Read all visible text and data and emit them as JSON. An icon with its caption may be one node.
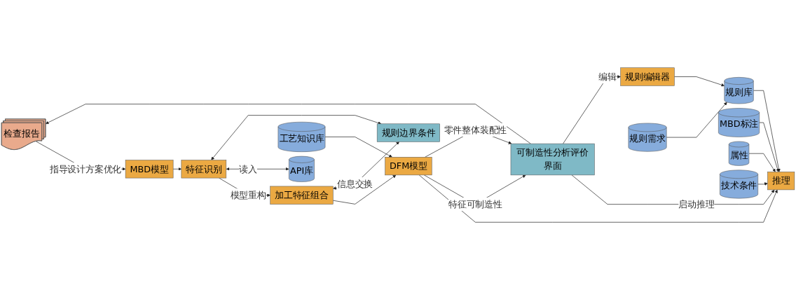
{
  "diagram": {
    "nodes": [
      {
        "text": [
          "检查报告"
        ]
      },
      {
        "text": [
          "可制造性分析评价界面"
        ]
      },
      {
        "text": [
          "MBD模型"
        ]
      },
      {
        "text": [
          "特征识别"
        ]
      },
      {
        "text": [
          "加工特征组合"
        ]
      },
      {
        "text": [
          "DFM模型"
        ]
      },
      {
        "text": [
          "推理"
        ]
      },
      {
        "text": [
          "规则编辑器"
        ]
      },
      {
        "text": [
          "规则库"
        ]
      },
      {
        "text": [
          "API库"
        ]
      },
      {
        "text": [
          "规则边界条件"
        ]
      },
      {
        "text": [
          "工艺知识库"
        ]
      },
      {
        "text": [
          "MBD标注"
        ]
      },
      {
        "text": [
          "属性"
        ]
      },
      {
        "text": [
          "技术条件"
        ]
      },
      {
        "text": [
          "规则需求"
        ]
      }
    ],
    "edges": [
      {
        "from": 1,
        "to": 0,
        "arrow": "to"
      },
      {
        "from": 0,
        "to": 2,
        "arrow": "to",
        "label": "指导设计方案优化"
      },
      {
        "from": 2,
        "to": 3,
        "arrow": "to"
      },
      {
        "from": 3,
        "to": 4,
        "arrow": "to",
        "label": "模型重构"
      },
      {
        "from": 4,
        "to": 5,
        "arrow": "to"
      },
      {
        "from": 5,
        "to": 6,
        "arrow": "to"
      },
      {
        "from": 5,
        "to": 1,
        "arrow": "to",
        "label": "特征可制造性"
      },
      {
        "from": 5,
        "to": 1,
        "arrow": "to",
        "label": "零件整体装配性"
      },
      {
        "from": 1,
        "to": 6,
        "arrow": "to",
        "label": "启动推理"
      },
      {
        "from": 1,
        "to": 7,
        "arrow": "to",
        "label": "编辑"
      },
      {
        "from": 7,
        "to": 8,
        "arrow": "to"
      },
      {
        "from": 8,
        "to": 6,
        "arrow": "to"
      },
      {
        "from": 3,
        "to": 9,
        "arrow": "both",
        "label": "读入"
      },
      {
        "from": 3,
        "to": 10,
        "arrow": "both"
      },
      {
        "from": 4,
        "to": 10,
        "arrow": "both",
        "label": "信息交换"
      },
      {
        "from": 11,
        "to": 5,
        "arrow": "to"
      },
      {
        "from": 12,
        "to": 6,
        "arrow": "to"
      },
      {
        "from": 13,
        "to": 6,
        "arrow": "to"
      },
      {
        "from": 14,
        "to": 6,
        "arrow": "to"
      },
      {
        "from": 15,
        "to": 8,
        "arrow": "to"
      }
    ]
  }
}
